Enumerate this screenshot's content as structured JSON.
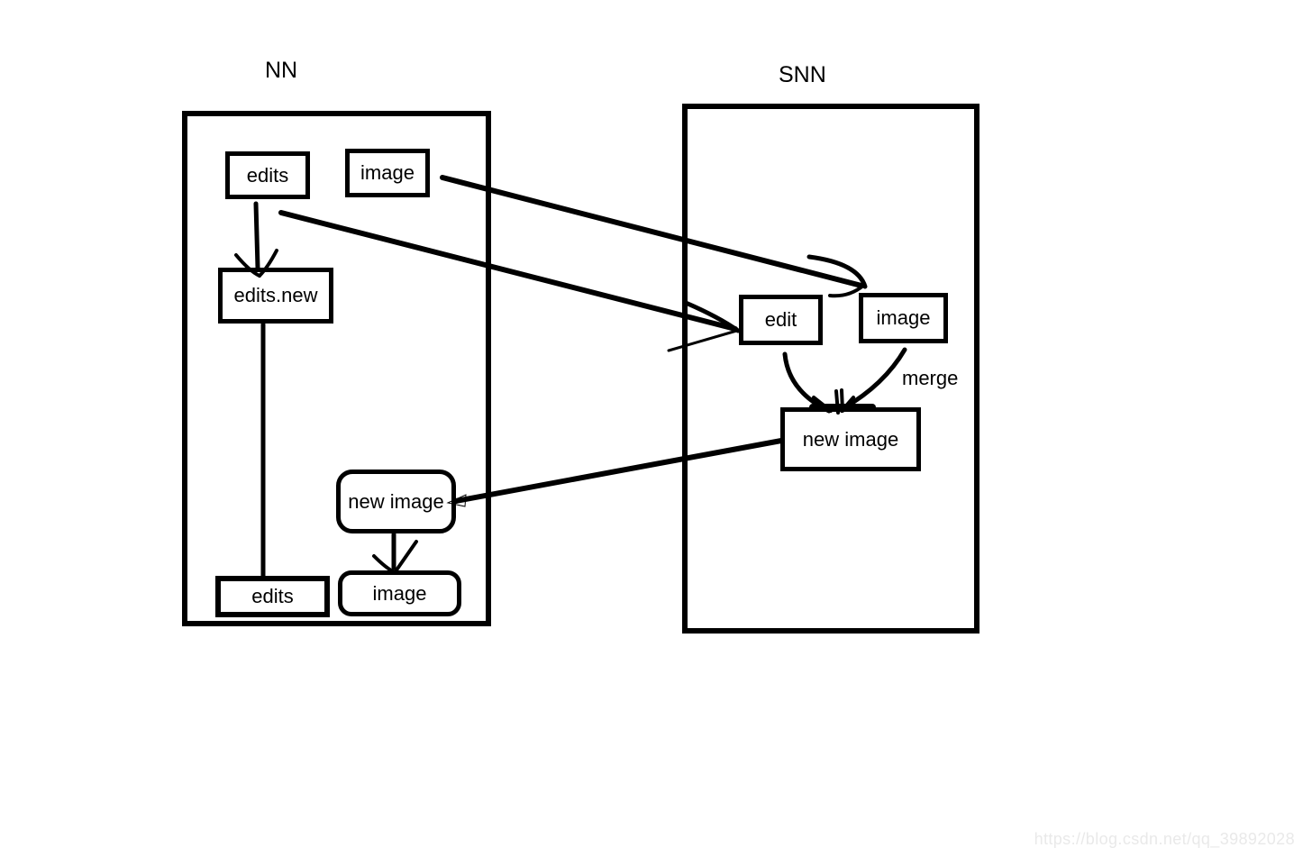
{
  "diagram": {
    "background_color": "#ffffff",
    "stroke_color": "#000000",
    "nn": {
      "title": "NN",
      "boxes": {
        "edits_top": "edits",
        "image_top": "image",
        "edits_new": "edits.new",
        "new_image": "new image",
        "edits_bottom": "edits",
        "image_bottom": "image"
      }
    },
    "snn": {
      "title": "SNN",
      "boxes": {
        "edit": "edit",
        "image": "image",
        "new_image": "new image"
      },
      "merge_label": "merge"
    },
    "watermark": {
      "text": "https://blog.csdn.net/qq_39892028",
      "color": "#e9e9e9"
    }
  }
}
